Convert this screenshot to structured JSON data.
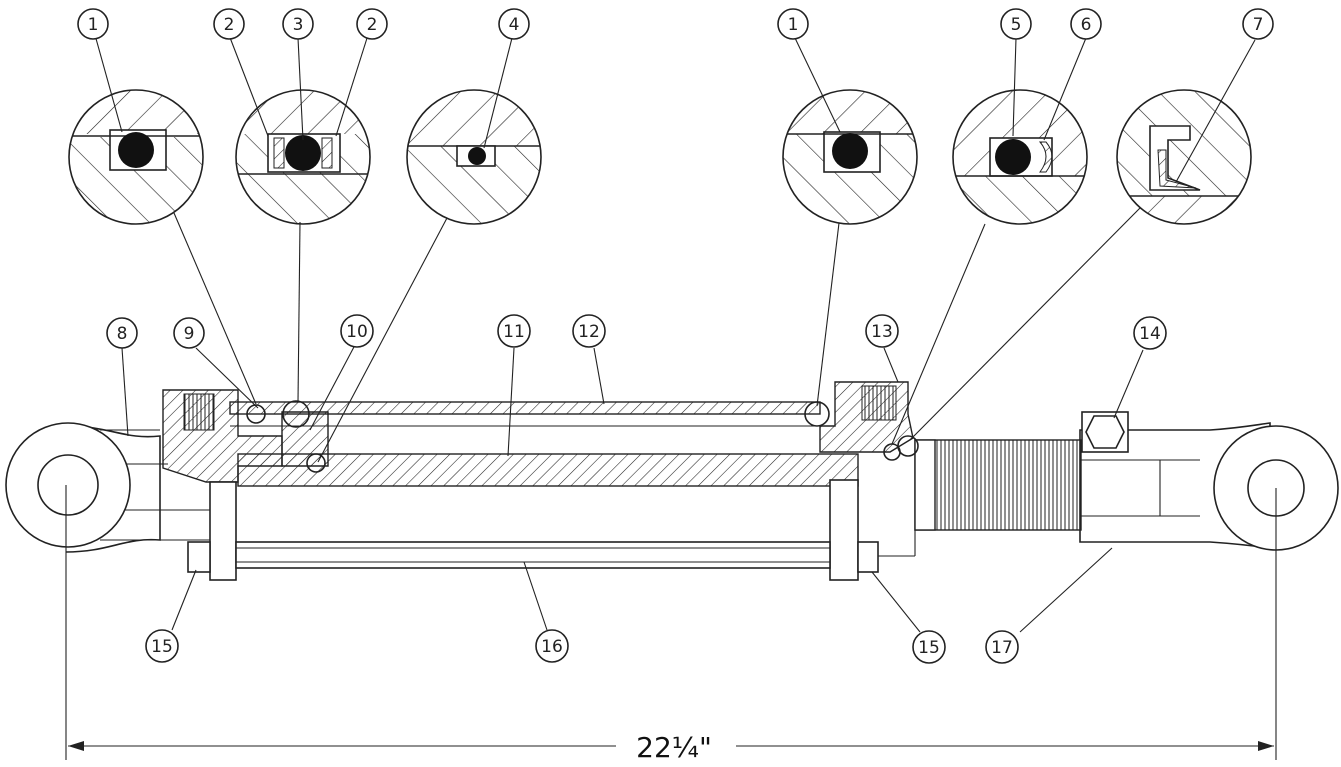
{
  "callouts": {
    "c1a": "1",
    "c2a": "2",
    "c3": "3",
    "c2b": "2",
    "c4": "4",
    "c1b": "1",
    "c5": "5",
    "c6": "6",
    "c7": "7",
    "c8": "8",
    "c9": "9",
    "c10": "10",
    "c11": "11",
    "c12": "12",
    "c13": "13",
    "c14": "14",
    "c15a": "15",
    "c16": "16",
    "c15b": "15",
    "c17": "17"
  },
  "dimension": {
    "overall_length": "22¼\""
  }
}
